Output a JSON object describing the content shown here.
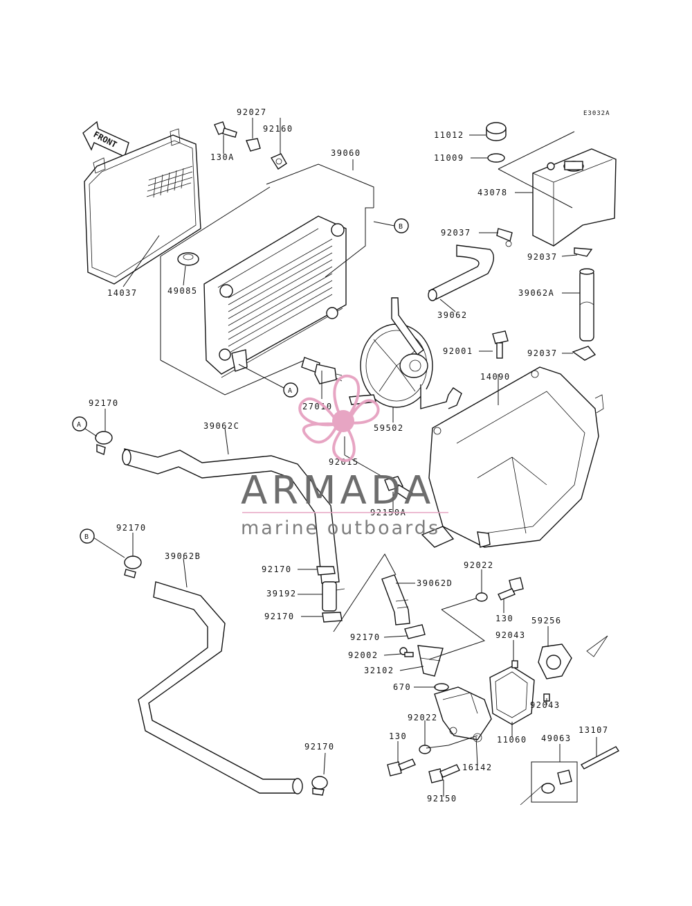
{
  "diagram_code": "E3032A",
  "front_label": "FRONT",
  "watermark": {
    "brand": "ARMADA",
    "tagline": "marine outboards",
    "accent_color": "#e6a1c0",
    "text_color": "#6e6e6e"
  },
  "callouts": {
    "p92027": "92027",
    "p92160": "92160",
    "p130A": "130A",
    "p39060": "39060",
    "p11012": "11012",
    "p11009": "11009",
    "p43078": "43078",
    "p92037_a": "92037",
    "p92037_b": "92037",
    "p39062A": "39062A",
    "p92037_c": "92037",
    "p39062": "39062",
    "p14037": "14037",
    "p49085": "49085",
    "p92001": "92001",
    "p14090": "14090",
    "p27010": "27010",
    "p59502": "59502",
    "p92015": "92015",
    "p92170_a": "92170",
    "p39062C": "39062C",
    "p92150A": "92150A",
    "p92170_b": "92170",
    "p39062B": "39062B",
    "p92170_c": "92170",
    "p39192": "39192",
    "p92170_d": "92170",
    "p92022_a": "92022",
    "p39062D": "39062D",
    "p130_a": "130",
    "p59256": "59256",
    "p92043_a": "92043",
    "p92170_e": "92170",
    "p92002": "92002",
    "p32102": "32102",
    "p670": "670",
    "p92043_b": "92043",
    "p11060": "11060",
    "p49063": "49063",
    "p13107": "13107",
    "p92022_b": "92022",
    "p130_b": "130",
    "p16142": "16142",
    "p92170_f": "92170",
    "p92150": "92150"
  },
  "refs": {
    "a_fan": "A",
    "b_hose": "B",
    "a_left": "A",
    "b_left": "B"
  }
}
